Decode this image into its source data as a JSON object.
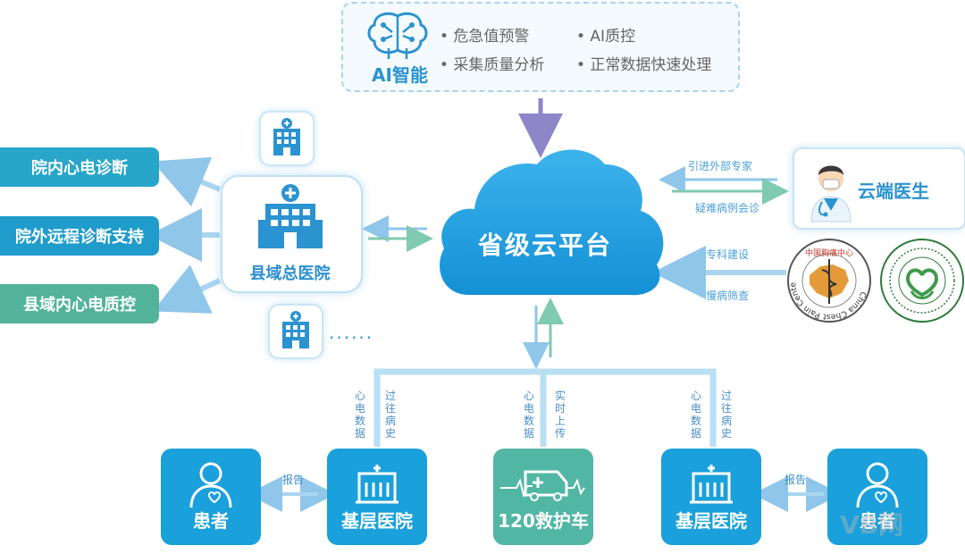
{
  "ai": {
    "title": "AI智能",
    "items": [
      "• 危急值预警",
      "• AI质控",
      "• 采集质量分析",
      "• 正常数据快速处理"
    ]
  },
  "left_services": [
    "院内心电诊断",
    "院外远程诊断支持",
    "县域内心电质控"
  ],
  "county_hospital": "县域总医院",
  "ellipsis": "......",
  "cloud": "省级云平台",
  "doctor": {
    "label": "云端医生",
    "to_cloud": "引进外部专家",
    "from_cloud": "疑难病例会诊"
  },
  "centers": {
    "label_top": "专科建设",
    "label_bottom": "慢病筛查",
    "chest_pain": "China Chest Pain Center",
    "chest_pain_cn": "中国胸痛中心"
  },
  "vertical_labels": {
    "left_a": "心电数据",
    "left_b": "过往病史",
    "mid_a": "心电数据",
    "mid_b": "实时上传",
    "right_a": "心电数据",
    "right_b": "过往病史"
  },
  "bottom": {
    "patient_left": "患者",
    "report_left": "报告",
    "hospital_left": "基层医院",
    "ambulance": "120救护车",
    "hospital_right": "基层医院",
    "report_right": "报告",
    "patient_right": "患者"
  },
  "watermark": "VB网",
  "colors": {
    "blue": "#1aa0da",
    "green": "#52b6a4",
    "cloud": "#1e9ddb",
    "purple_arrow": "#8e86c9"
  }
}
